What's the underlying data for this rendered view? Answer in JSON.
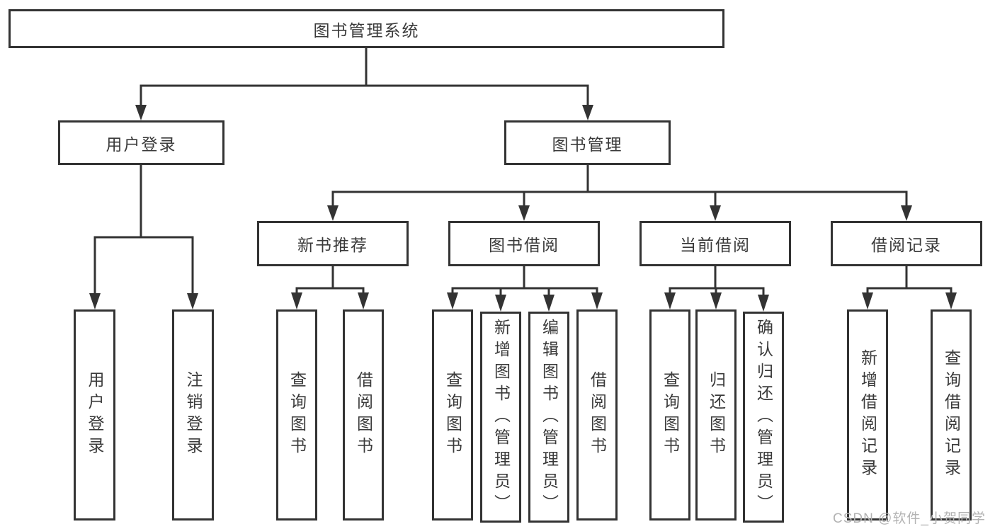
{
  "tree": {
    "root": {
      "label": "图书管理系统"
    },
    "user_login": {
      "label": "用户登录",
      "children": [
        {
          "label": "用户登录"
        },
        {
          "label": "注销登录"
        }
      ]
    },
    "book_management": {
      "label": "图书管理",
      "children": [
        {
          "label": "新书推荐",
          "children": [
            {
              "label": "查询图书"
            },
            {
              "label": "借阅图书"
            }
          ]
        },
        {
          "label": "图书借阅",
          "children": [
            {
              "label": "查询图书"
            },
            {
              "label": "新增图书（管理员）"
            },
            {
              "label": "编辑图书（管理员）"
            },
            {
              "label": "借阅图书"
            }
          ]
        },
        {
          "label": "当前借阅",
          "children": [
            {
              "label": "查询图书"
            },
            {
              "label": "归还图书"
            },
            {
              "label": "确认归还（管理员）"
            }
          ]
        },
        {
          "label": "借阅记录",
          "children": [
            {
              "label": "新增借阅记录"
            },
            {
              "label": "查询借阅记录"
            }
          ]
        }
      ]
    }
  },
  "watermark": {
    "text": "CSDN @软件_小贺同学"
  },
  "colors": {
    "line": "#333333",
    "text": "#3a3a3a",
    "background": "#ffffff",
    "watermark": "#b3b3b3"
  }
}
